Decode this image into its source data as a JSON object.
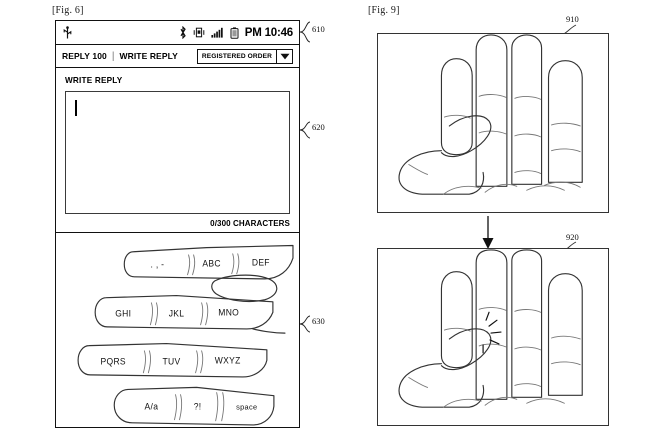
{
  "figures": {
    "left_label": "[Fig. 6]",
    "right_label": "[Fig. 9]"
  },
  "reference_numerals": {
    "status_and_toolbar": "610",
    "compose_area": "620",
    "keyboard_area": "630",
    "hand_upper": "910",
    "hand_lower": "920"
  },
  "phone": {
    "status_bar": {
      "usb_icon": "usb-icon",
      "bluetooth_icon": "bluetooth-icon",
      "vibrate_icon": "vibrate-icon",
      "signal_icon": "signal-bars-icon",
      "battery_icon": "battery-icon",
      "clock": "PM 10:46"
    },
    "toolbar": {
      "reply_count_label": "REPLY 100",
      "separator": "|",
      "write_reply_tab": "WRITE REPLY",
      "sort_dropdown_value": "REGISTERED ORDER",
      "sort_dropdown_icon": "chevron-down-icon"
    },
    "compose": {
      "title": "WRITE REPLY",
      "text_value": "",
      "char_counter": "0/300 CHARACTERS"
    },
    "keyboard": {
      "rows": [
        {
          "keys": [
            ". , -",
            "ABC",
            "DEF"
          ]
        },
        {
          "keys": [
            "GHI",
            "JKL",
            "MNO"
          ]
        },
        {
          "keys": [
            "PQRS",
            "TUV",
            "WXYZ"
          ]
        },
        {
          "keys": [
            "A/a",
            "?!",
            "space"
          ]
        }
      ]
    }
  },
  "hand_figures": {
    "upper": {
      "caption_ref": "910",
      "description": "hand-open-thumb-near-finger"
    },
    "lower": {
      "caption_ref": "920",
      "description": "hand-thumb-tapping-middle-finger"
    },
    "transition_arrow_icon": "down-arrow-icon"
  },
  "colors": {
    "line": "#333333",
    "ink": "#111111",
    "background": "#ffffff"
  }
}
